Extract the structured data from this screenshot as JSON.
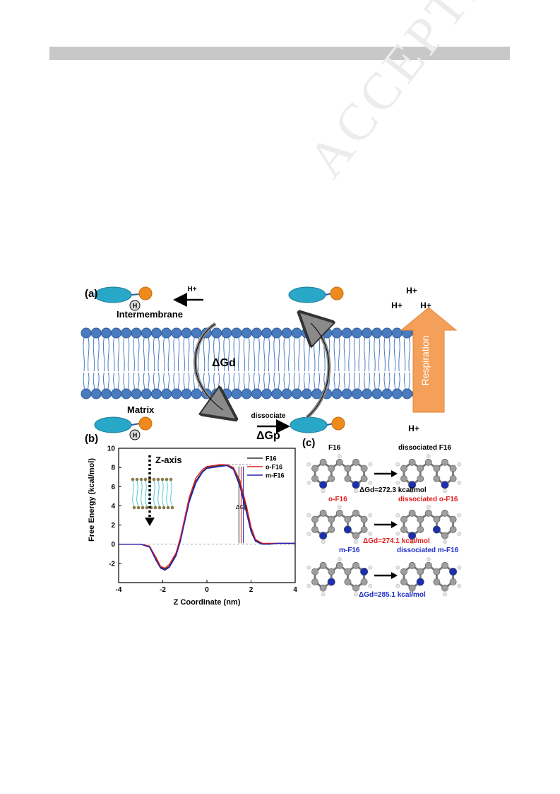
{
  "page": {
    "watermark": "ACCEPTED MANUSCRIPT"
  },
  "panel_a": {
    "label": "(a)",
    "intermembrane": "Intermembrane",
    "matrix": "Matrix",
    "dissociate": "dissociate",
    "delta_gd": "ΔGd",
    "delta_gp": "ΔGp",
    "h_plus": "H+",
    "h_circle": "H",
    "respiration": "Respiration",
    "colors": {
      "head": "#4b7bbf",
      "tail": "#e9e9f5",
      "ellipse": "#29a7c8",
      "ball": "#ef8a1c",
      "arrow": "#f4a05a"
    }
  },
  "panel_b": {
    "label": "(b)",
    "z_axis": "Z-axis",
    "delta_gp": "ΔGp",
    "legend": [
      "F16",
      "o-F16",
      "m-F16"
    ]
  },
  "panel_c": {
    "label": "(c)",
    "rows": [
      {
        "left": "F16",
        "right": "dissociated F16",
        "energy": "ΔGd=272.3 kcal/mol",
        "color": "#000000"
      },
      {
        "left": "o-F16",
        "right": "dissociated o-F16",
        "energy": "ΔGd=274.1 kcal/mol",
        "color": "#e21c1c"
      },
      {
        "left": "m-F16",
        "right": "dissociated m-F16",
        "energy": "ΔGd=285.1 kcal/mol",
        "color": "#1e2fc8"
      }
    ]
  },
  "chart_data": {
    "type": "line",
    "xlabel": "Z Coordinate (nm)",
    "ylabel": "Free Energy (kcal/mol)",
    "xlim": [
      -4,
      4
    ],
    "ylim": [
      -4,
      10
    ],
    "xticks": [
      -4,
      -2,
      0,
      2,
      4
    ],
    "yticks": [
      -2,
      0,
      2,
      4,
      6,
      8,
      10
    ],
    "legend_position": "top-right",
    "grid": false,
    "series": [
      {
        "name": "F16",
        "color": "#333333",
        "x": [
          -4,
          -3.0,
          -2.6,
          -2.3,
          -2.1,
          -1.9,
          -1.7,
          -1.4,
          -1.2,
          -1.0,
          -0.8,
          -0.5,
          -0.2,
          0.0,
          0.3,
          0.6,
          0.9,
          1.2,
          1.5,
          1.8,
          2.0,
          2.2,
          2.5,
          2.8,
          3.2,
          4
        ],
        "y": [
          0,
          0,
          -0.3,
          -1.6,
          -2.4,
          -2.6,
          -2.3,
          -1.0,
          0.5,
          2.6,
          4.6,
          6.6,
          7.6,
          8.0,
          8.1,
          8.2,
          8.2,
          7.9,
          6.3,
          3.6,
          1.6,
          0.4,
          0.1,
          0.0,
          0.1,
          0.1
        ]
      },
      {
        "name": "o-F16",
        "color": "#e02020",
        "x": [
          -4,
          -3.0,
          -2.6,
          -2.3,
          -2.1,
          -1.9,
          -1.7,
          -1.4,
          -1.2,
          -1.0,
          -0.8,
          -0.5,
          -0.2,
          0.0,
          0.3,
          0.6,
          0.9,
          1.2,
          1.5,
          1.8,
          2.0,
          2.2,
          2.5,
          2.8,
          3.2,
          4
        ],
        "y": [
          0,
          0,
          -0.2,
          -1.4,
          -2.3,
          -2.5,
          -2.1,
          -0.9,
          0.7,
          2.8,
          4.9,
          6.9,
          7.8,
          8.1,
          8.2,
          8.3,
          8.3,
          8.0,
          6.6,
          3.9,
          1.8,
          0.5,
          0.1,
          0.1,
          0.1,
          0.1
        ]
      },
      {
        "name": "m-F16",
        "color": "#2222bb",
        "x": [
          -4,
          -3.0,
          -2.6,
          -2.3,
          -2.1,
          -1.9,
          -1.7,
          -1.4,
          -1.2,
          -1.0,
          -0.8,
          -0.5,
          -0.2,
          0.0,
          0.3,
          0.6,
          0.9,
          1.2,
          1.5,
          1.8,
          2.0,
          2.2,
          2.5,
          2.8,
          3.2,
          4
        ],
        "y": [
          0,
          0,
          -0.3,
          -1.7,
          -2.5,
          -2.7,
          -2.4,
          -1.2,
          0.3,
          2.4,
          4.4,
          6.4,
          7.5,
          7.9,
          8.0,
          8.1,
          8.2,
          7.8,
          6.0,
          3.2,
          1.3,
          0.3,
          0.0,
          0.0,
          0.1,
          0.1
        ]
      }
    ]
  }
}
